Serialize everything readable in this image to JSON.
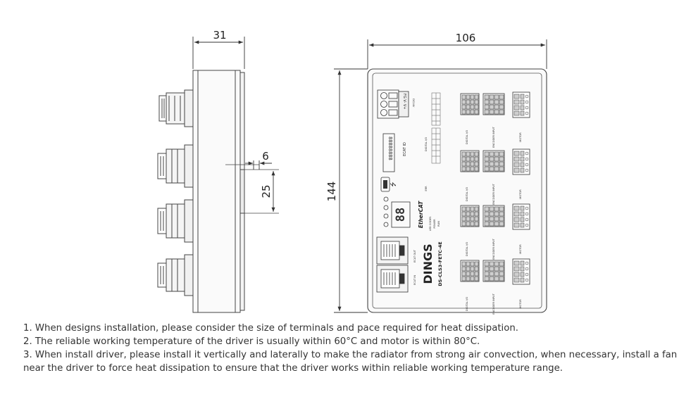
{
  "dimensions": {
    "side_width": "31",
    "front_width": "106",
    "height": "144",
    "offset": "6",
    "depth": "25"
  },
  "panel": {
    "brand": "DINGS",
    "model": "DS-CLS3-FETC-4E",
    "ethercat": "EtherCAT",
    "ecat_in": "ECAT IN",
    "ecat_out": "ECAT OUT",
    "ecat_id": "ECAT ID",
    "power_label": "FG V- V+",
    "power_sub": "DC24V",
    "digital_io": "DIGITAL I/O",
    "encoder_input": "ENCODER INPUT",
    "motor": "MOTOR",
    "led_codes": "LED CODES",
    "power_led": "POWER",
    "run_led": "RUN",
    "err_led": "ERR"
  },
  "notes": [
    "1. When designs installation, please consider the size of terminals and pace required for heat dissipation.",
    "2. The reliable working temperature of the driver is usually within 60°C and motor is within 80°C.",
    "3. When install driver, please install it vertically and laterally to make the radiator from strong air convection, when necessary, install a fan near the driver to force heat dissipation to ensure that the driver works within reliable working temperature range."
  ]
}
